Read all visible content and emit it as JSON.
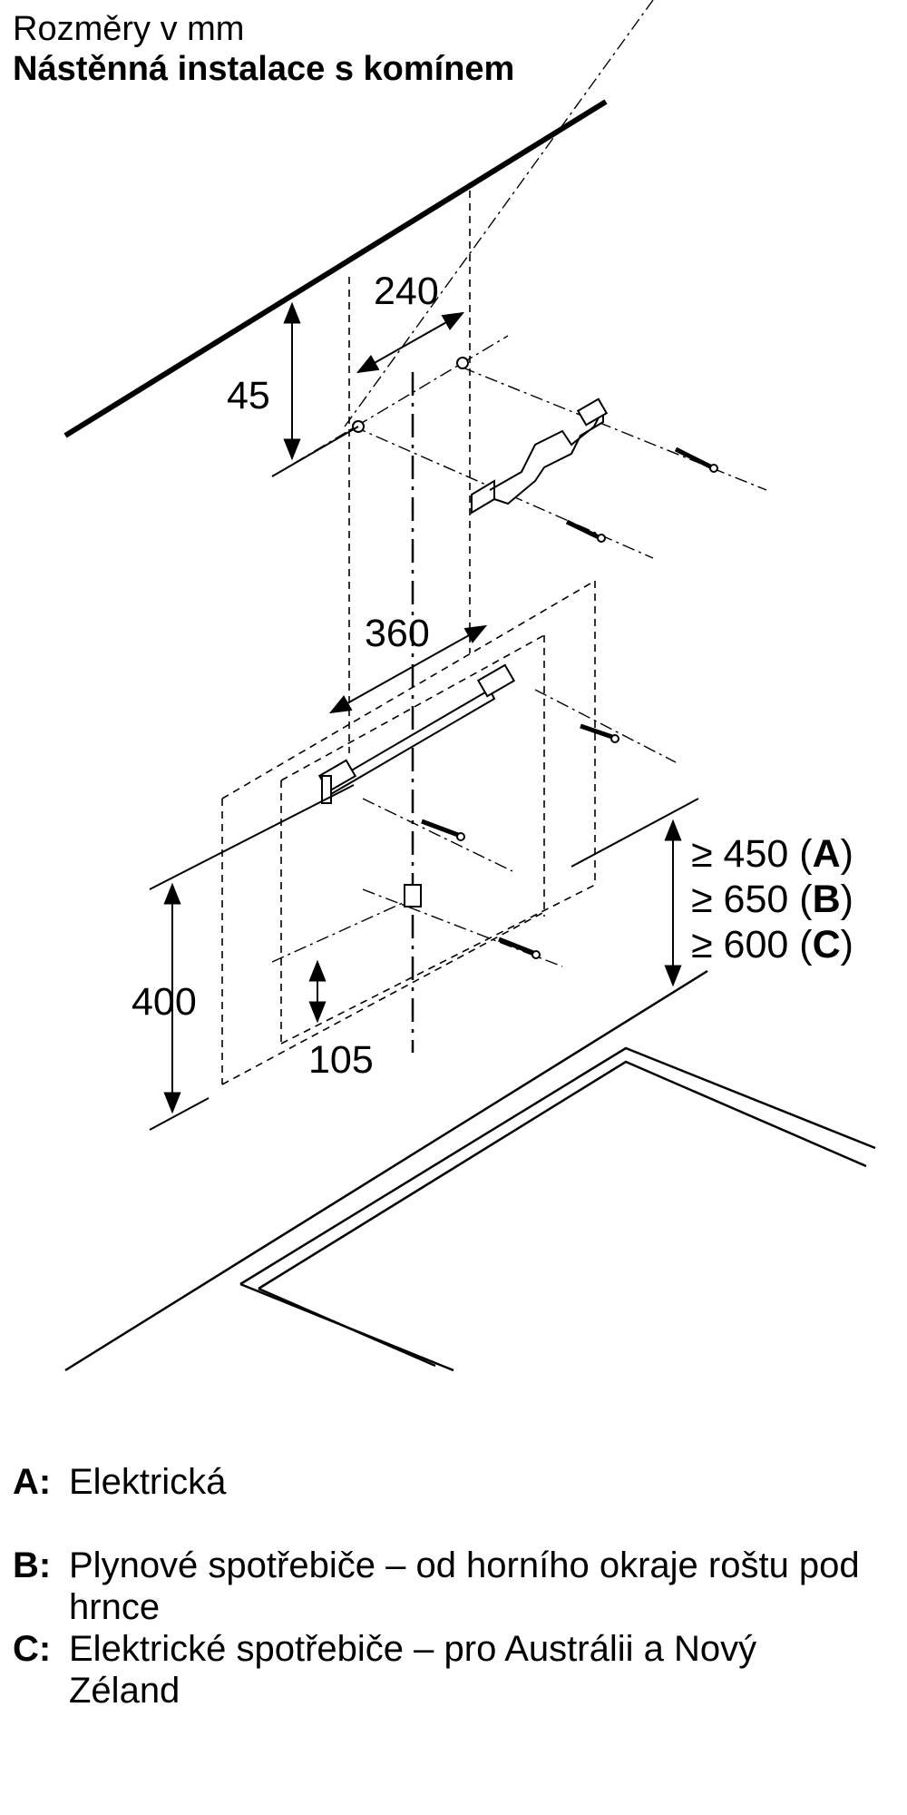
{
  "header": {
    "subtitle": "Rozměry v mm",
    "title": "Nástěnná instalace s komínem"
  },
  "dimensions": {
    "d240": "240",
    "d45": "45",
    "d360": "360",
    "d400": "400",
    "d105": "105",
    "clearance": [
      {
        "prefix": "≥ 450 (",
        "key": "A",
        "suffix": ")"
      },
      {
        "prefix": "≥ 650 (",
        "key": "B",
        "suffix": ")"
      },
      {
        "prefix": "≥ 600 (",
        "key": "C",
        "suffix": ")"
      }
    ]
  },
  "legend": [
    {
      "key": "A:",
      "text": "Elektrická"
    },
    {
      "key": "B:",
      "text": "Plynové spotřebiče – od horního okraje roštu pod hrnce"
    },
    {
      "key": "C:",
      "text": "Elektrické spotřebiče – pro Austrálii a Nový Zéland"
    }
  ]
}
